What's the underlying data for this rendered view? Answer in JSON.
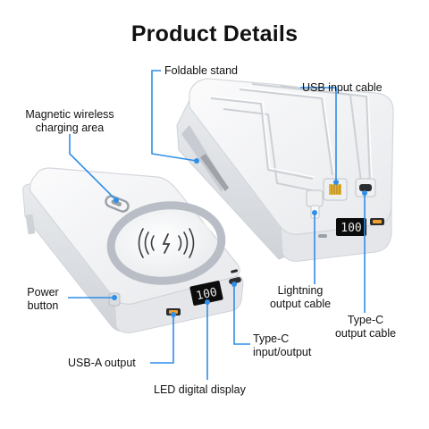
{
  "title": "Product Details",
  "labels": {
    "foldable_stand": "Foldable stand",
    "usb_input_cable": "USB input cable",
    "magnetic_line1": "Magnetic wireless",
    "magnetic_line2": "charging area",
    "power_line1": "Power",
    "power_line2": "button",
    "lightning_line1": "Lightning",
    "lightning_line2": "output cable",
    "typec_out_line1": "Type-C",
    "typec_out_line2": "output cable",
    "typec_io_line1": "Type-C",
    "typec_io_line2": "input/output",
    "usba_output": "USB-A output",
    "led_display": "LED digital display"
  },
  "display_readout_front": "100",
  "display_readout_back": "100",
  "colors": {
    "accent": "#2f8ee8",
    "device_body": "#f2f3f5",
    "device_edge": "#d4d7dc",
    "ring": "#b9bec6",
    "display": "#0c0c0c",
    "display_digits": "#e8e8e8",
    "lightning_gold": "#e2b536"
  },
  "icons": [
    "wireless-charging-icon",
    "usb-c-logo-icon"
  ]
}
